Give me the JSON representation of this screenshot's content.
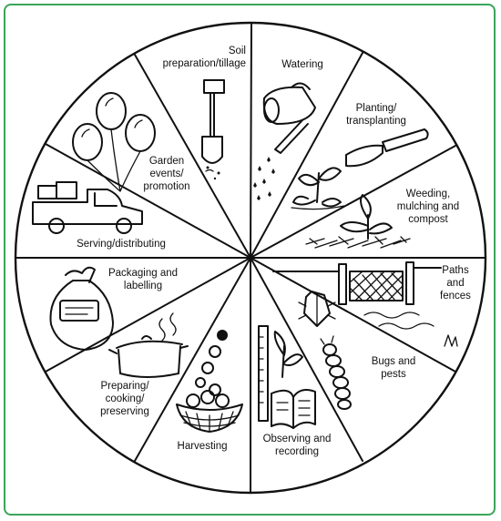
{
  "wheel": {
    "segments": [
      {
        "id": "soil",
        "lines": [
          "Soil",
          "preparation/tillage"
        ],
        "icon": "spade-icon"
      },
      {
        "id": "watering",
        "lines": [
          "Watering"
        ],
        "icon": "watering-can-icon"
      },
      {
        "id": "planting",
        "lines": [
          "Planting/",
          "transplanting"
        ],
        "icon": "trowel-seedling-icon"
      },
      {
        "id": "weeding",
        "lines": [
          "Weeding,",
          "mulching and",
          "compost"
        ],
        "icon": "seedling-mulch-icon"
      },
      {
        "id": "paths",
        "lines": [
          "Paths",
          "and",
          "fences"
        ],
        "icon": "fence-icon"
      },
      {
        "id": "bugs",
        "lines": [
          "Bugs and",
          "pests"
        ],
        "icon": "bug-icon"
      },
      {
        "id": "observing",
        "lines": [
          "Observing and",
          "recording"
        ],
        "icon": "notebook-icon"
      },
      {
        "id": "harvesting",
        "lines": [
          "Harvesting"
        ],
        "icon": "basket-icon"
      },
      {
        "id": "preparing",
        "lines": [
          "Preparing/",
          "cooking/",
          "preserving"
        ],
        "icon": "cooking-pot-icon"
      },
      {
        "id": "packaging",
        "lines": [
          "Packaging and",
          "labelling"
        ],
        "icon": "bag-icon"
      },
      {
        "id": "serving",
        "lines": [
          "Serving/distributing"
        ],
        "icon": "truck-icon"
      },
      {
        "id": "events",
        "lines": [
          "Garden",
          "events/",
          "promotion"
        ],
        "icon": "balloons-icon"
      }
    ]
  },
  "colors": {
    "frame": "#3aa55a",
    "ink": "#111111",
    "background": "#ffffff"
  }
}
